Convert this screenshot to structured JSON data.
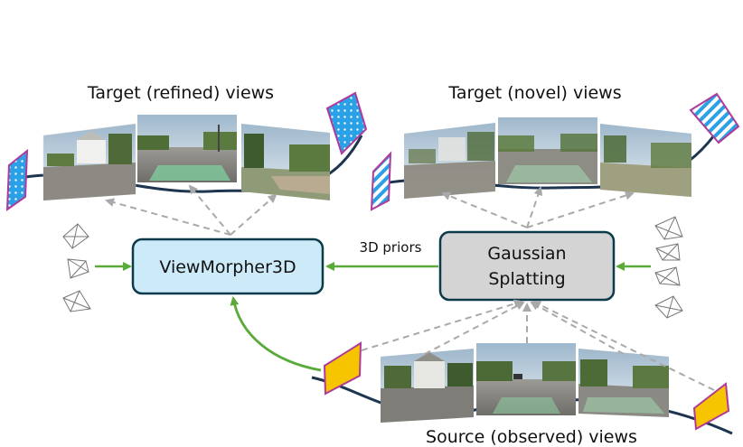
{
  "labels": {
    "target_refined": "Target (refined) views",
    "target_novel": "Target (novel) views",
    "source_observed": "Source (observed) views",
    "priors": "3D priors"
  },
  "boxes": {
    "viewmorpher": "ViewMorpher3D",
    "gaussian_line1": "Gaussian",
    "gaussian_line2": "Splatting"
  },
  "colors": {
    "viewmorpher_fill": "#cdeaf8",
    "gaussian_fill": "#d4d4d4",
    "box_stroke": "#0b3a4a",
    "green_arrow": "#5aaa3a",
    "gray_dashed": "#a9a9a9",
    "camera_blue": "#2aa1e6",
    "camera_yellow": "#f7c500",
    "camera_border": "#b03a9a",
    "track": "#1e3550"
  },
  "icons": {
    "camera_frustum": "camera-frustum-icon",
    "camera_plane": "camera-plane-icon"
  }
}
